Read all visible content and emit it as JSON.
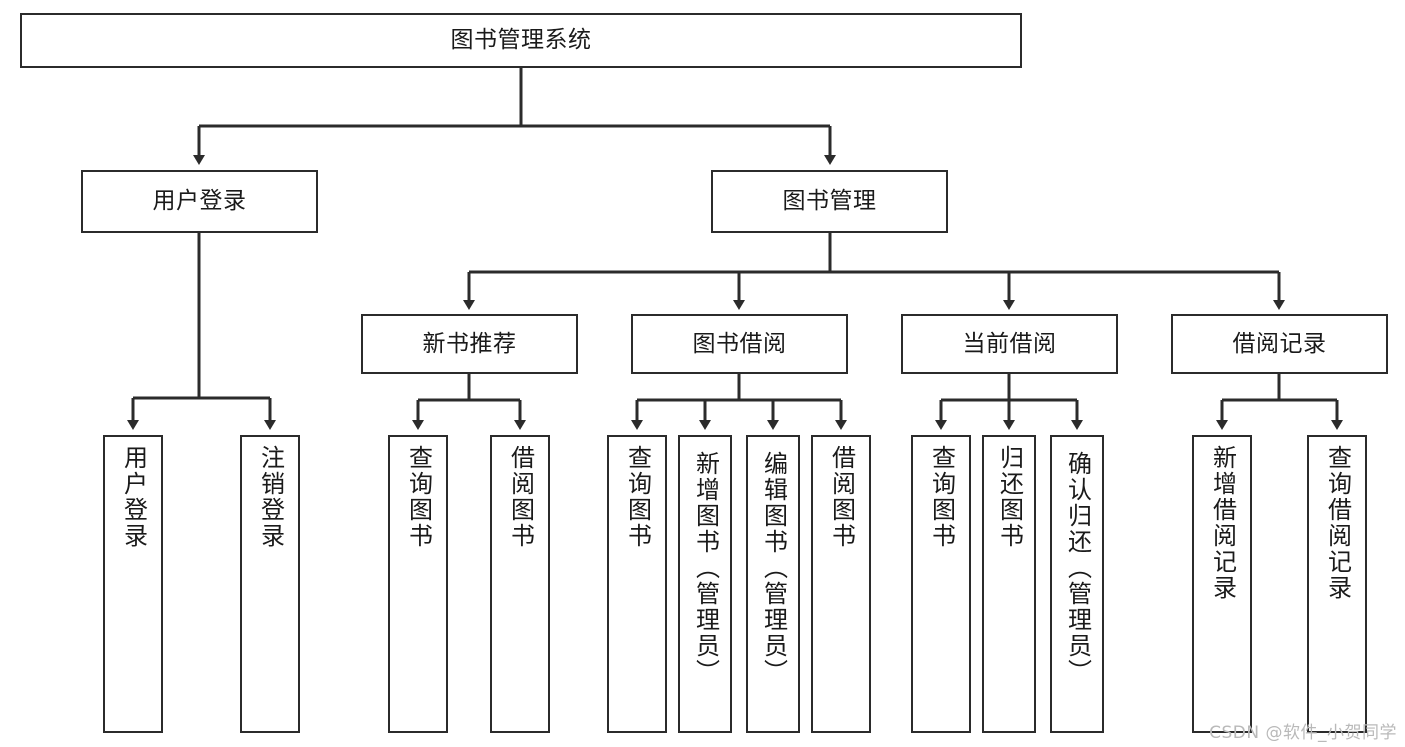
{
  "diagram": {
    "title": "图书管理系统",
    "watermark": "CSDN @软件_小贺同学",
    "line_color": "#2b2b2b",
    "box_fill": "#ffffff",
    "text_color": "#1a1a1a",
    "watermark_color": "#b9b9b9"
  },
  "nodes": {
    "root": {
      "label": "图书管理系统"
    },
    "level2": [
      {
        "label": "用户登录"
      },
      {
        "label": "图书管理"
      }
    ],
    "level3": [
      {
        "label": "新书推荐"
      },
      {
        "label": "图书借阅"
      },
      {
        "label": "当前借阅"
      },
      {
        "label": "借阅记录"
      }
    ],
    "leaves": {
      "user_login": [
        {
          "label": "用户登录"
        },
        {
          "label": "注销登录"
        }
      ],
      "new_book": [
        {
          "label": "查询图书"
        },
        {
          "label": "借阅图书"
        }
      ],
      "book_borrow": [
        {
          "label": "查询图书"
        },
        {
          "label": "新增图书（管理员）"
        },
        {
          "label": "编辑图书（管理员）"
        },
        {
          "label": "借阅图书"
        }
      ],
      "current_borrow": [
        {
          "label": "查询图书"
        },
        {
          "label": "归还图书"
        },
        {
          "label": "确认归还（管理员）"
        }
      ],
      "borrow_record": [
        {
          "label": "新增借阅记录"
        },
        {
          "label": "查询借阅记录"
        }
      ]
    }
  }
}
